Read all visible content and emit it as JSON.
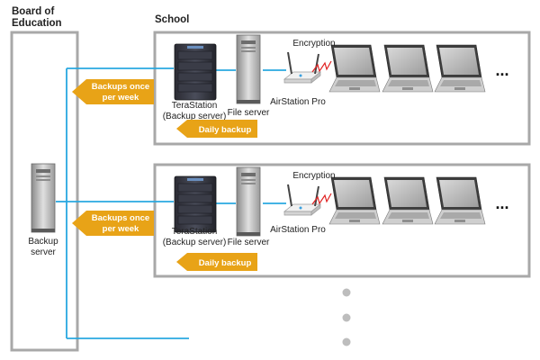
{
  "board": {
    "title_line1": "Board of",
    "title_line2": "Education",
    "server_label_line1": "Backup",
    "server_label_line2": "server"
  },
  "school": {
    "title": "School"
  },
  "rows": [
    {
      "encryption_label": "Encryption",
      "terastation_line1": "TeraStation",
      "terastation_line2": "(Backup server)",
      "file_server_label": "File server",
      "airstation_label": "AirStation Pro",
      "weekly_line1": "Backups once",
      "weekly_line2": "per week",
      "daily_label": "Daily backup",
      "ellipsis": "..."
    },
    {
      "encryption_label": "Encryption",
      "terastation_line1": "TeraStation",
      "terastation_line2": "(Backup server)",
      "file_server_label": "File server",
      "airstation_label": "AirStation Pro",
      "weekly_line1": "Backups once",
      "weekly_line2": "per week",
      "daily_label": "Daily backup",
      "ellipsis": "..."
    }
  ],
  "colors": {
    "line": "#29a8e0",
    "arrow": "#e8a317",
    "box_border": "#a8a8a8",
    "wave": "#e02020",
    "dots": "#bdbdbd"
  }
}
